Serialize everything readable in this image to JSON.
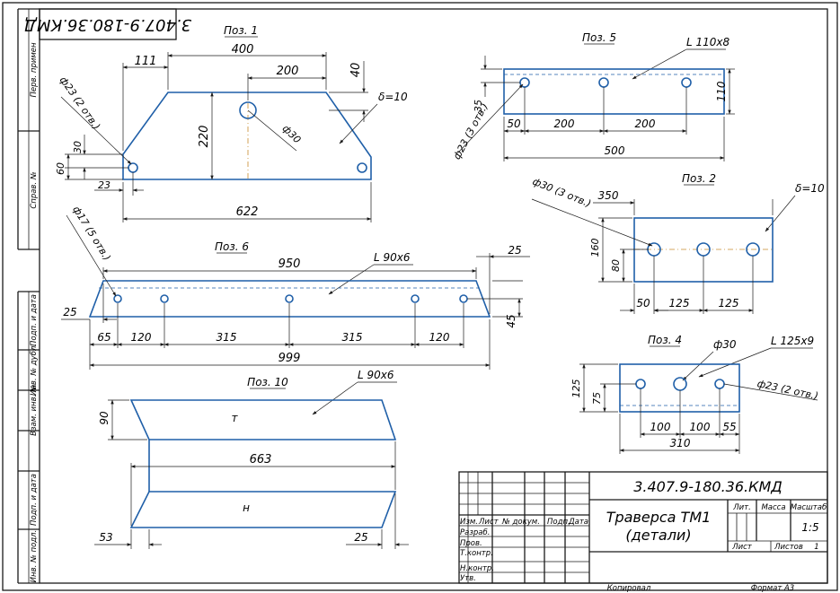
{
  "corner_stamp": "3.407.9-180.36.КМД",
  "side_stamp": [
    "Перв. примен",
    "Справ. №",
    "Подп. и дата",
    "Инв. № дубл.",
    "Взам. инв. №",
    "Подп. и дата",
    "Инв. № подл."
  ],
  "poz1": {
    "title": "Поз. 1",
    "d400": "400",
    "d111": "111",
    "d200": "200",
    "d40": "40",
    "d220": "220",
    "d622": "622",
    "d30": "30",
    "d60": "60",
    "d23": "23",
    "hole_small": "ф23 (2 отв.)",
    "hole_big": "ф30",
    "thickness": "δ=10"
  },
  "poz5": {
    "title": "Поз. 5",
    "profile": "L 110x8",
    "d50": "50",
    "d200a": "200",
    "d200b": "200",
    "d500": "500",
    "d110": "110",
    "d35": "35",
    "hole": "ф23 (3 отв.)"
  },
  "poz2": {
    "title": "Поз. 2",
    "thickness": "δ=10",
    "hole": "ф30 (3 отв.)",
    "d350": "350",
    "d160": "160",
    "d80": "80",
    "d50": "50",
    "d125a": "125",
    "d125b": "125"
  },
  "poz6": {
    "title": "Поз. 6",
    "profile": "L 90x6",
    "hole": "ф17 (5 отв.)",
    "d950": "950",
    "d25a": "25",
    "d25b": "25",
    "d45": "45",
    "d65": "65",
    "d120a": "120",
    "d315a": "315",
    "d315b": "315",
    "d120b": "120",
    "d999": "999"
  },
  "poz4": {
    "title": "Поз. 4",
    "hole_big": "ф30",
    "profile": "L 125x9",
    "hole_small": "ф23 (2 отв.)",
    "d125": "125",
    "d75": "75",
    "d100a": "100",
    "d100b": "100",
    "d55": "55",
    "d310": "310"
  },
  "poz10": {
    "title": "Поз. 10",
    "profile": "L 90x6",
    "mark_top": "т",
    "mark_bottom": "н",
    "d90": "90",
    "d663": "663",
    "d53": "53",
    "d25": "25"
  },
  "title_block": {
    "code": "3.407.9-180.36.КМД",
    "name_line1": "Траверса ТМ1",
    "name_line2": "(детали)",
    "col_izm": "Изм.",
    "col_list": "Лист",
    "col_doc": "№ докум.",
    "col_podp": "Подп.",
    "col_data": "Дата",
    "row_razrab": "Разраб.",
    "row_prov": "Пров.",
    "row_tkontr": "Т.контр.",
    "row_nkontr": "Н.контр.",
    "row_utv": "Утв.",
    "lit": "Лит.",
    "massa": "Масса",
    "masshtab": "Масштаб",
    "scale_value": "1:5",
    "list": "Лист",
    "listov": "Листов",
    "listov_value": "1"
  },
  "footer": {
    "copied": "Копировал",
    "format": "Формат  А3"
  }
}
